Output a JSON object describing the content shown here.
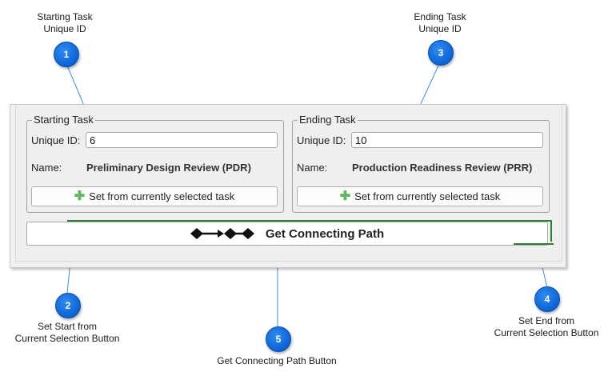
{
  "callouts": [
    {
      "number": "1",
      "label": "Starting Task\nUnique ID"
    },
    {
      "number": "2",
      "label": "Set Start from\nCurrent Selection Button"
    },
    {
      "number": "3",
      "label": "Ending Task\nUnique ID"
    },
    {
      "number": "4",
      "label": "Set End from\nCurrent Selection Button"
    },
    {
      "number": "5",
      "label": "Get Connecting Path Button"
    }
  ],
  "starting_task": {
    "title": "Starting Task",
    "unique_id_label": "Unique ID:",
    "unique_id_value": "6",
    "name_label": "Name:",
    "name_value": "Preliminary Design Review (PDR)",
    "set_button_label": "Set from currently selected task"
  },
  "ending_task": {
    "title": "Ending Task",
    "unique_id_label": "Unique ID:",
    "unique_id_value": "10",
    "name_label": "Name:",
    "name_value": "Production Readiness Review (PRR)",
    "set_button_label": "Set from currently selected task"
  },
  "path_button": {
    "label": "Get Connecting Path",
    "icon": "double-arrow-path-icon"
  },
  "colors": {
    "callout_blue": "#0b62d6",
    "plus_green": "#5cb85c",
    "focus_green": "#2e7d32"
  }
}
